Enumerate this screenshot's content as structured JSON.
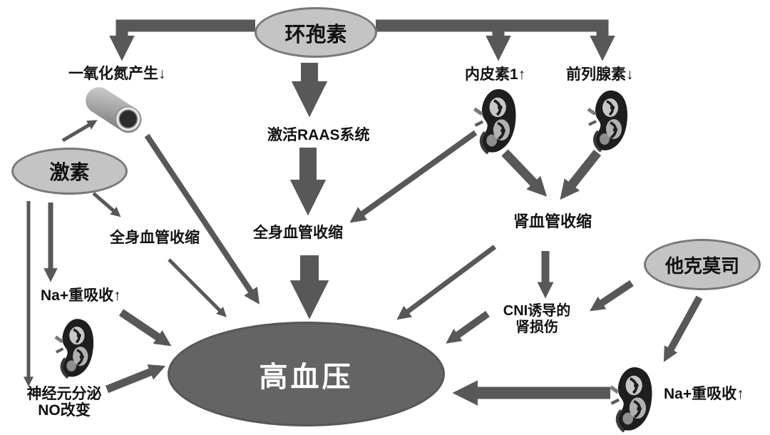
{
  "nodes": {
    "cyclosporine": "环孢素",
    "hormones": "激素",
    "tacrolimus": "他克莫司",
    "hypertension": "高血压"
  },
  "labels": {
    "nitric_oxide": "一氧化氮产生↓",
    "raas": "激活RAAS系统",
    "endothelin": "内皮素1↑",
    "prostaglandin": "前列腺素↓",
    "systemic_left": "全身血管收缩",
    "systemic_center": "全身血管收缩",
    "renal": "肾血管收缩",
    "cni_line1": "CNI诱导的",
    "cni_line2": "肾损伤",
    "na_left": "Na+重吸收↑",
    "neuron_line1": "神经元分泌",
    "neuron_line2": "NO改变",
    "na_right": "Na+重吸收↑"
  },
  "icons": {
    "blood_vessel": "blood-vessel-icon",
    "kidney": "kidney-icon"
  },
  "colors": {
    "background": "#ffffff",
    "arrow": "#585858",
    "node_fill": "#c4c4c4",
    "node_border": "#787878",
    "hypertension_fill": "#646464",
    "hypertension_text": "#ffffff",
    "text": "#111111"
  }
}
